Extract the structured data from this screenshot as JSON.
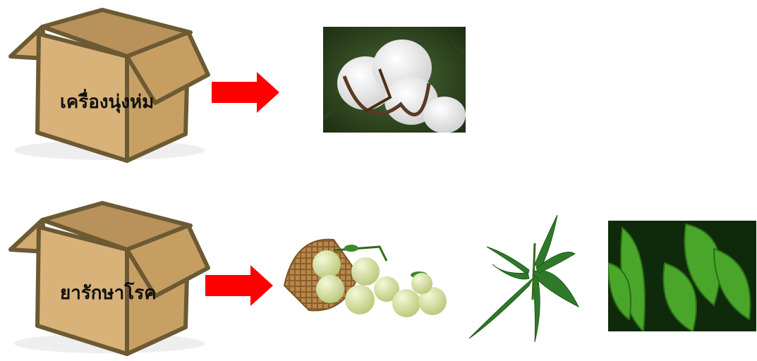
{
  "rows": [
    {
      "label": "เครื่องนุ่งห่ม",
      "images": [
        "cotton-boll-photo"
      ]
    },
    {
      "label": "ยารักษาโรค",
      "images": [
        "indian-gooseberry-basket-photo",
        "herb-leaf-sprig-photo",
        "green-leaves-photo"
      ]
    }
  ],
  "colors": {
    "box_face": "#d9b27a",
    "box_side": "#c9a064",
    "box_stroke": "#6b5a33",
    "arrow": "#ff0000"
  }
}
